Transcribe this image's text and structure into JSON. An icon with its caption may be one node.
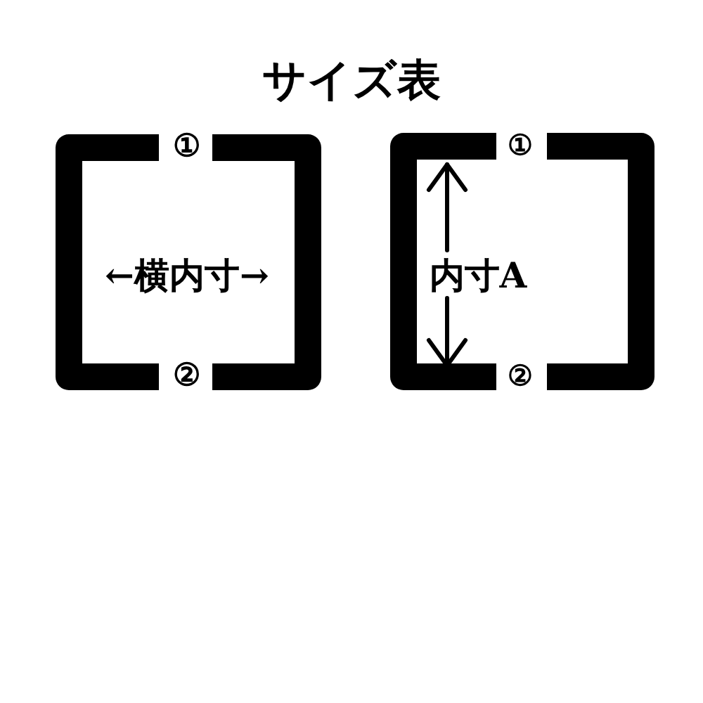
{
  "diagram": {
    "title": "サイズ表",
    "labels": [
      "①",
      "①",
      "←横内寸→",
      "内寸A",
      "②",
      "②"
    ]
  }
}
